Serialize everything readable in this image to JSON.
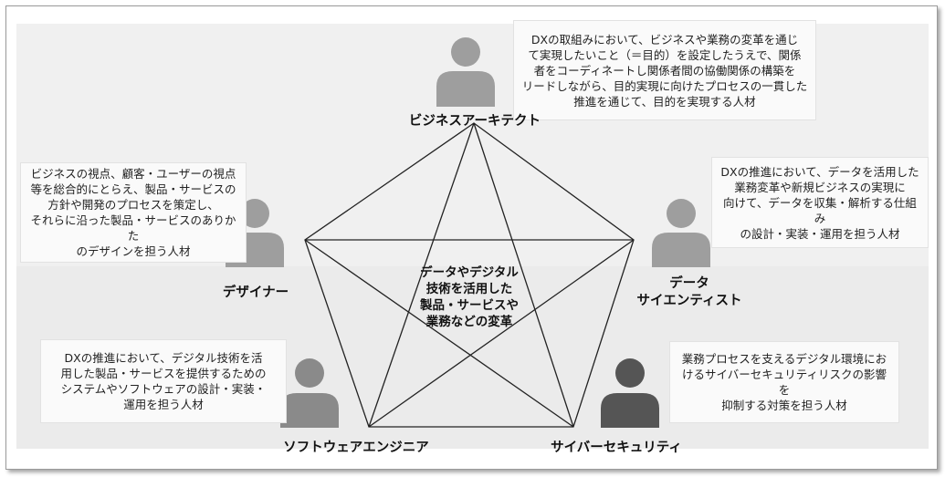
{
  "center": {
    "text": "データやデジタル\n技術を活用した\n製品・サービスや\n業務などの変革"
  },
  "roles": {
    "business_architect": {
      "title": "ビジネスアーキテクト",
      "description": "DXの取組みにおいて、ビジネスや業務の変革を通じ\nて実現したいこと（＝目的）を設定したうえで、関係\n者をコーディネートし関係者間の協働関係の構築を\nリードしながら、目的実現に向けたプロセスの一貫した\n推進を通じて、目的を実現する人材"
    },
    "designer": {
      "title": "デザイナー",
      "description": "ビジネスの視点、顧客・ユーザーの視点\n等を総合的にとらえ、製品・サービスの\n方針や開発のプロセスを策定し、\nそれらに沿った製品・サービスのありかた\nのデザインを担う人材"
    },
    "data_scientist": {
      "title": "データ\nサイエンティスト",
      "description": "DXの推進において、データを活用した\n業務変革や新規ビジネスの実現に\n向けて、データを収集・解析する仕組み\nの設計・実装・運用を担う人材"
    },
    "software_engineer": {
      "title": "ソフトウェアエンジニア",
      "description": "DXの推進において、デジタル技術を活\n用した製品・サービスを提供するための\nシステムやソフトウェアの設計・実装・\n運用を担う人材"
    },
    "cyber_security": {
      "title": "サイバーセキュリティ",
      "description": "業務プロセスを支えるデジタル環境にお\nけるサイバーセキュリティリスクの影響を\n抑制する対策を担う人材"
    }
  },
  "colors": {
    "person_light": "#9e9e9e",
    "person_dark": "#555555",
    "lines": "#222222"
  },
  "icons": {
    "person": "person-silhouette-icon"
  }
}
